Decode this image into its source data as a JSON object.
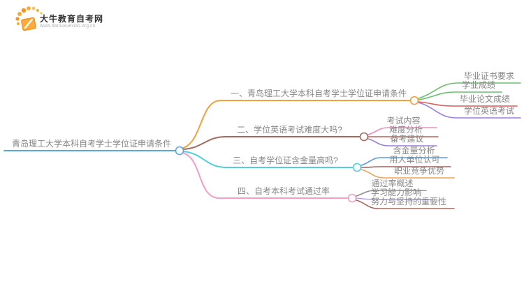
{
  "logo": {
    "site_name": "大牛教育自考网",
    "site_url": "www.daniuxuexiao.org.cn",
    "icon": "orange-book-with-dots"
  },
  "colors": {
    "root": "#58a7dc",
    "branch1": "#f5a03d",
    "branch2": "#a3695f",
    "branch3": "#52cede",
    "branch4": "#f29ec5",
    "text": "#878787"
  },
  "mindmap": {
    "root": {
      "label": "青岛理工大学本科自考学士学位证申请条件",
      "color": "#58a7dc"
    },
    "branches": [
      {
        "label": "一、青岛理工大学本科自考学士学位证申请条件",
        "color": "#f5a03d",
        "children": [
          {
            "label": "毕业证书要求",
            "color": "#6cbf6e"
          },
          {
            "label": "学业成绩",
            "color": "#6cbf6e"
          },
          {
            "label": "毕业论文成绩",
            "color": "#e05c5c"
          },
          {
            "label": "学位英语考试",
            "color": "#9b7ede"
          }
        ]
      },
      {
        "label": "二、学位英语考试难度大吗?",
        "color": "#a3695f",
        "children": [
          {
            "label": "考试内容",
            "color": "#ef8cc6"
          },
          {
            "label": "难度分析",
            "color": "#bb6058"
          },
          {
            "label": "备考建议",
            "color": "#9b7fd4"
          }
        ]
      },
      {
        "label": "三、自考学位证含金量高吗?",
        "color": "#52cede",
        "children": [
          {
            "label": "含金量分析",
            "color": "#5b9bd5"
          },
          {
            "label": "用人单位认可",
            "color": "#a3625a"
          },
          {
            "label": "职业竞争优势",
            "color": "#f2a254"
          }
        ]
      },
      {
        "label": "四、自考本科考试通过率",
        "color": "#f29ec5",
        "children": [
          {
            "label": "通过率概述",
            "color": "#8f8f8f"
          },
          {
            "label": "学习能力影响",
            "color": "#b4a4e4"
          },
          {
            "label": "努力与坚持的重要性",
            "color": "#a5685f"
          }
        ]
      }
    ]
  }
}
